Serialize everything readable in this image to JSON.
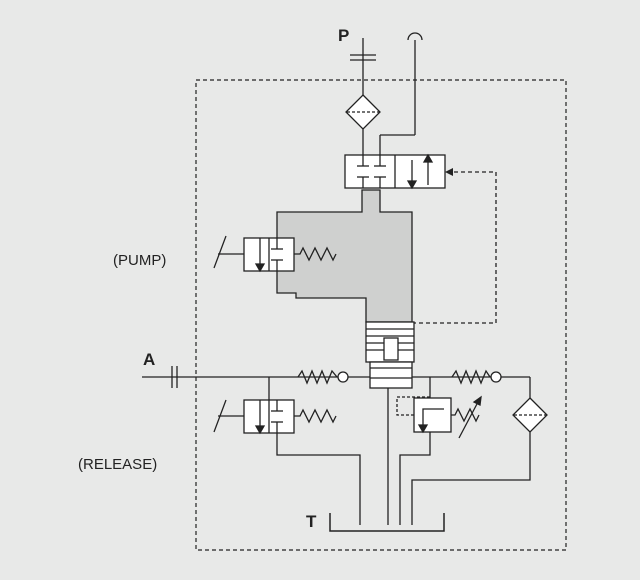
{
  "labels": {
    "pressure_port": "P",
    "work_port": "A",
    "tank_port": "T",
    "pump_valve": "(PUMP)",
    "release_valve": "(RELEASE)"
  },
  "colors": {
    "background": "#e8e9e8",
    "line": "#222222",
    "fill_region": "#cfd0cf",
    "component_fill": "#ffffff"
  }
}
